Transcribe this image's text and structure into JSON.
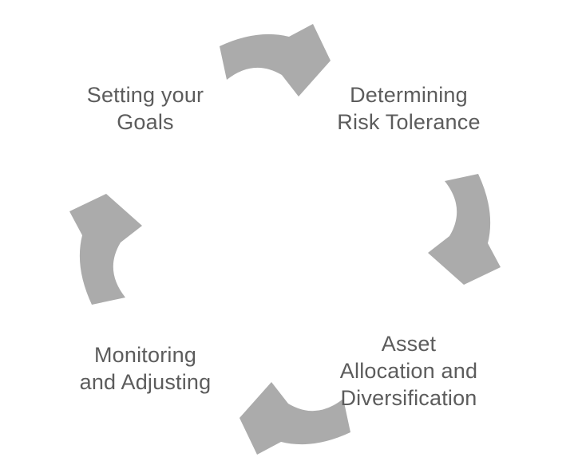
{
  "diagram": {
    "type": "cycle",
    "direction": "clockwise",
    "background_color": "#ffffff",
    "arrow_color": "#ababab",
    "text_color": "#5c5c5c",
    "steps": [
      {
        "id": "setting-your-goals",
        "label": "Setting your Goals",
        "lines": [
          "Setting your",
          "Goals"
        ]
      },
      {
        "id": "determining-risk-tolerance",
        "label": "Determining Risk Tolerance",
        "lines": [
          "Determining",
          "Risk Tolerance"
        ]
      },
      {
        "id": "asset-allocation-and-diversification",
        "label": "Asset Allocation and Diversification",
        "lines": [
          "Asset",
          "Allocation and",
          "Diversification"
        ]
      },
      {
        "id": "monitoring-and-adjusting",
        "label": "Monitoring and Adjusting",
        "lines": [
          "Monitoring",
          "and Adjusting"
        ]
      }
    ],
    "arrows": [
      {
        "id": "arrow-top",
        "points": "right",
        "from": "Setting your Goals",
        "to": "Determining Risk Tolerance"
      },
      {
        "id": "arrow-right",
        "points": "down",
        "from": "Determining Risk Tolerance",
        "to": "Asset Allocation and Diversification"
      },
      {
        "id": "arrow-bottom",
        "points": "left",
        "from": "Asset Allocation and Diversification",
        "to": "Monitoring and Adjusting"
      },
      {
        "id": "arrow-left",
        "points": "up",
        "from": "Monitoring and Adjusting",
        "to": "Setting your Goals"
      }
    ]
  }
}
